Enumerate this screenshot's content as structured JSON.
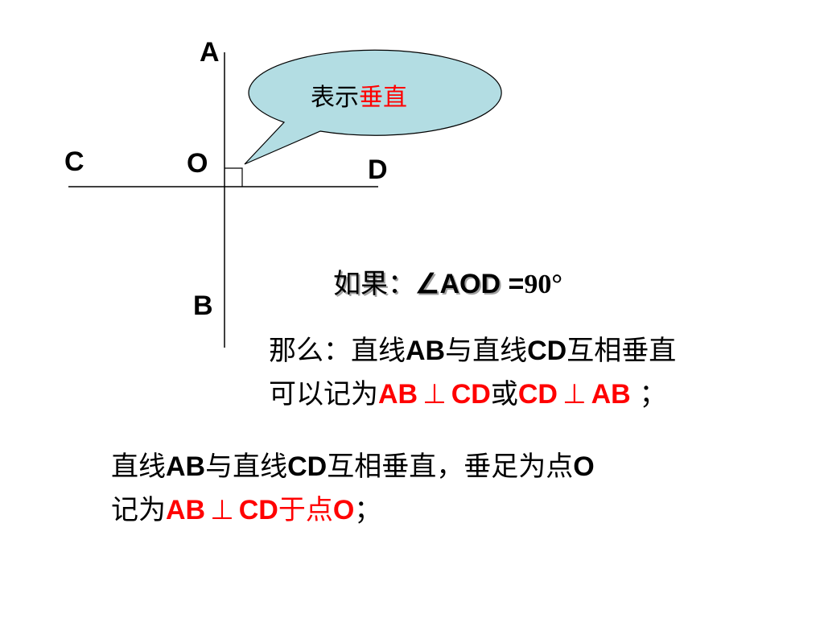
{
  "points": {
    "A": "A",
    "B": "B",
    "C": "C",
    "D": "D",
    "O": "O"
  },
  "bubble": {
    "text_black": "表示",
    "text_red": "垂直"
  },
  "condition": {
    "prefix": "如果：",
    "angle_symbol": "∠",
    "angle_name": "AOD",
    "equals": " =",
    "value": "90°"
  },
  "result": {
    "line1_a": "那么：直线",
    "line1_b": "AB",
    "line1_c": "与直线",
    "line1_d": "CD",
    "line1_e": "互相垂直",
    "line2_a": "可以记为",
    "line2_ab": "AB",
    "line2_perp1": "⊥",
    "line2_cd": "CD",
    "line2_or": "或",
    "line2_cd2": "CD",
    "line2_perp2": "⊥",
    "line2_ab2": "AB",
    "line2_end": " ；"
  },
  "definition": {
    "line1_a": "直线",
    "line1_b": "AB",
    "line1_c": "与直线",
    "line1_d": "CD",
    "line1_e": "互相垂直，垂足为点",
    "line1_f": "O",
    "line2_a": "记为",
    "line2_ab": "AB",
    "line2_perp": "⊥",
    "line2_cd": "CD",
    "line2_at": "于点",
    "line2_o": "O",
    "line2_end": "；"
  },
  "colors": {
    "accent_red": "#ff0000",
    "bubble_fill": "#b3dde3"
  }
}
